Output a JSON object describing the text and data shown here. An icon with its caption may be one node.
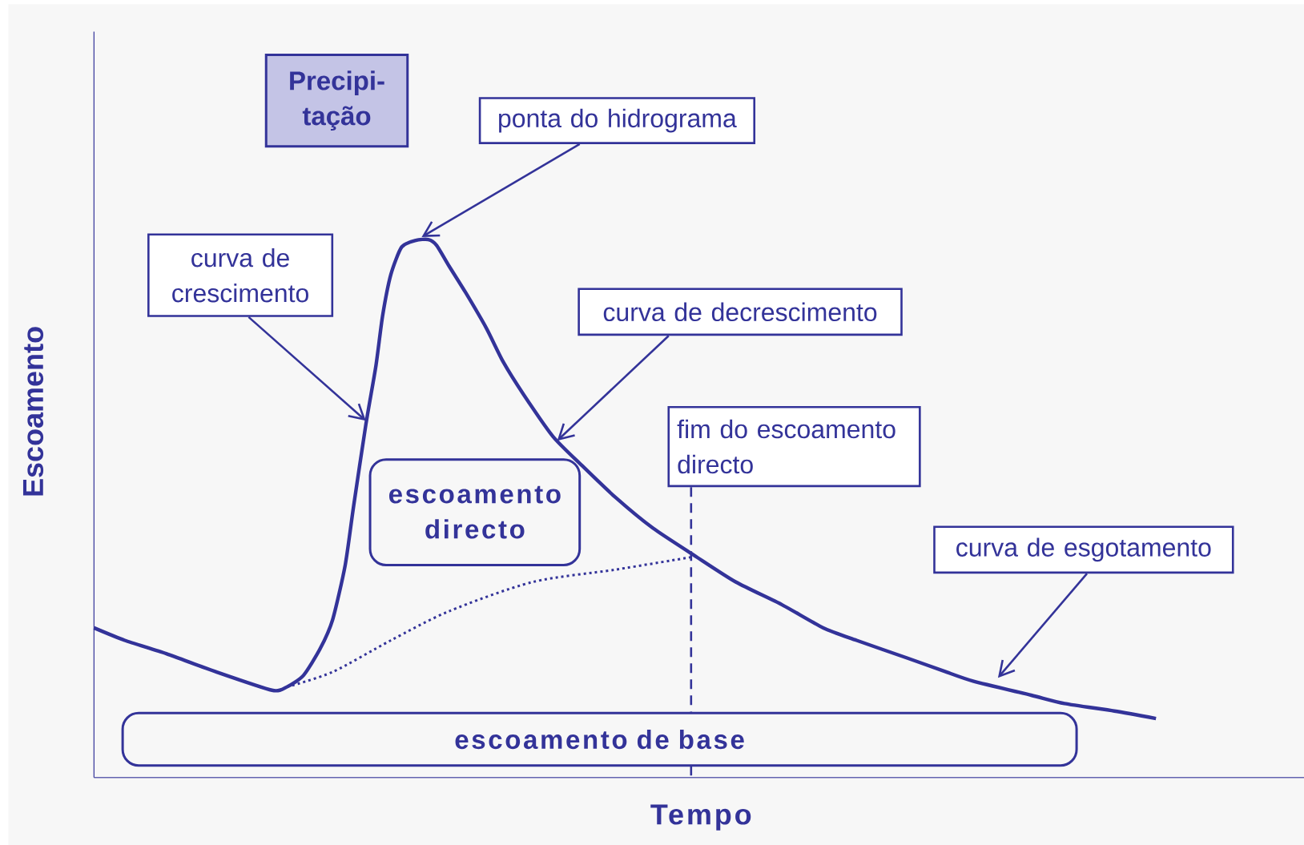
{
  "diagram": {
    "nodes": [
      {
        "text": [
          "Precipi- tação"
        ]
      },
      {
        "text": [
          "ponta do hidrograma"
        ]
      },
      {
        "text": [
          "curva de crescimento"
        ]
      },
      {
        "text": [
          "curva de decrescimento"
        ]
      },
      {
        "text": [
          "fim do escoamento directo"
        ]
      },
      {
        "text": [
          "escoamento directo"
        ]
      },
      {
        "text": [
          "curva de esgotamento"
        ]
      },
      {
        "text": [
          "escoamento de base"
        ]
      }
    ],
    "edges": [
      {
        "from": 1,
        "to": null,
        "arrow": "to"
      },
      {
        "from": 2,
        "to": null,
        "arrow": "to"
      },
      {
        "from": 3,
        "to": null,
        "arrow": "to"
      },
      {
        "from": 4,
        "to": 7,
        "arrow": "none",
        "style": "dashed"
      },
      {
        "from": 6,
        "to": null,
        "arrow": "to"
      }
    ],
    "labels": [
      "Escoamento",
      "Tempo"
    ]
  }
}
